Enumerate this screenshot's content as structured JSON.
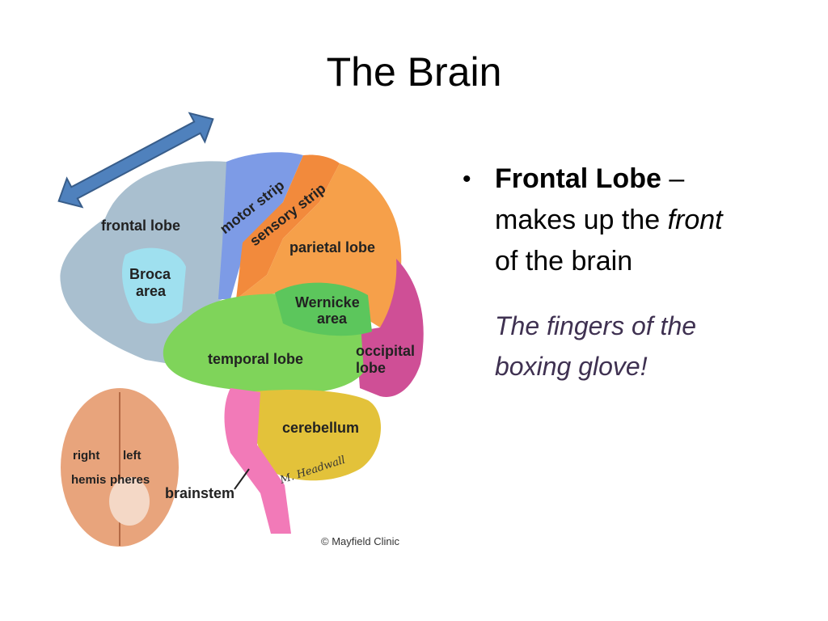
{
  "slide": {
    "title": "The Brain",
    "bullet": {
      "heading": "Frontal Lobe",
      "dash": " –",
      "line1_pre": "makes up the ",
      "line1_em": "front",
      "line2": "of the brain"
    },
    "note_line1": "The fingers of the",
    "note_line2": "boxing glove!"
  },
  "figure": {
    "labels": {
      "frontal_lobe": "frontal lobe",
      "motor_strip": "motor strip",
      "sensory_strip": "sensory strip",
      "parietal_lobe": "parietal lobe",
      "broca_1": "Broca",
      "broca_2": "area",
      "wernicke_1": "Wernicke",
      "wernicke_2": "area",
      "temporal_lobe": "temporal lobe",
      "occipital_1": "occipital",
      "occipital_2": "lobe",
      "cerebellum": "cerebellum",
      "brainstem": "brainstem",
      "right": "right",
      "left": "left",
      "hemispheres_1": "hemis",
      "hemispheres_2": "pheres"
    },
    "signature": "M. Headwall",
    "credit": "© Mayfield Clinic",
    "colors": {
      "frontal": "#a9bfcf",
      "motor": "#7d9be6",
      "sensory": "#f28a3c",
      "parietal": "#f6a04a",
      "broca": "#9fe0ef",
      "wernicke": "#5cc65c",
      "temporal": "#7fd45a",
      "occipital": "#cf4f96",
      "cerebellum": "#e3c23a",
      "brainstem": "#f27ab8",
      "top_view": "#e8a47c",
      "arrow": "#4f81bd"
    }
  }
}
